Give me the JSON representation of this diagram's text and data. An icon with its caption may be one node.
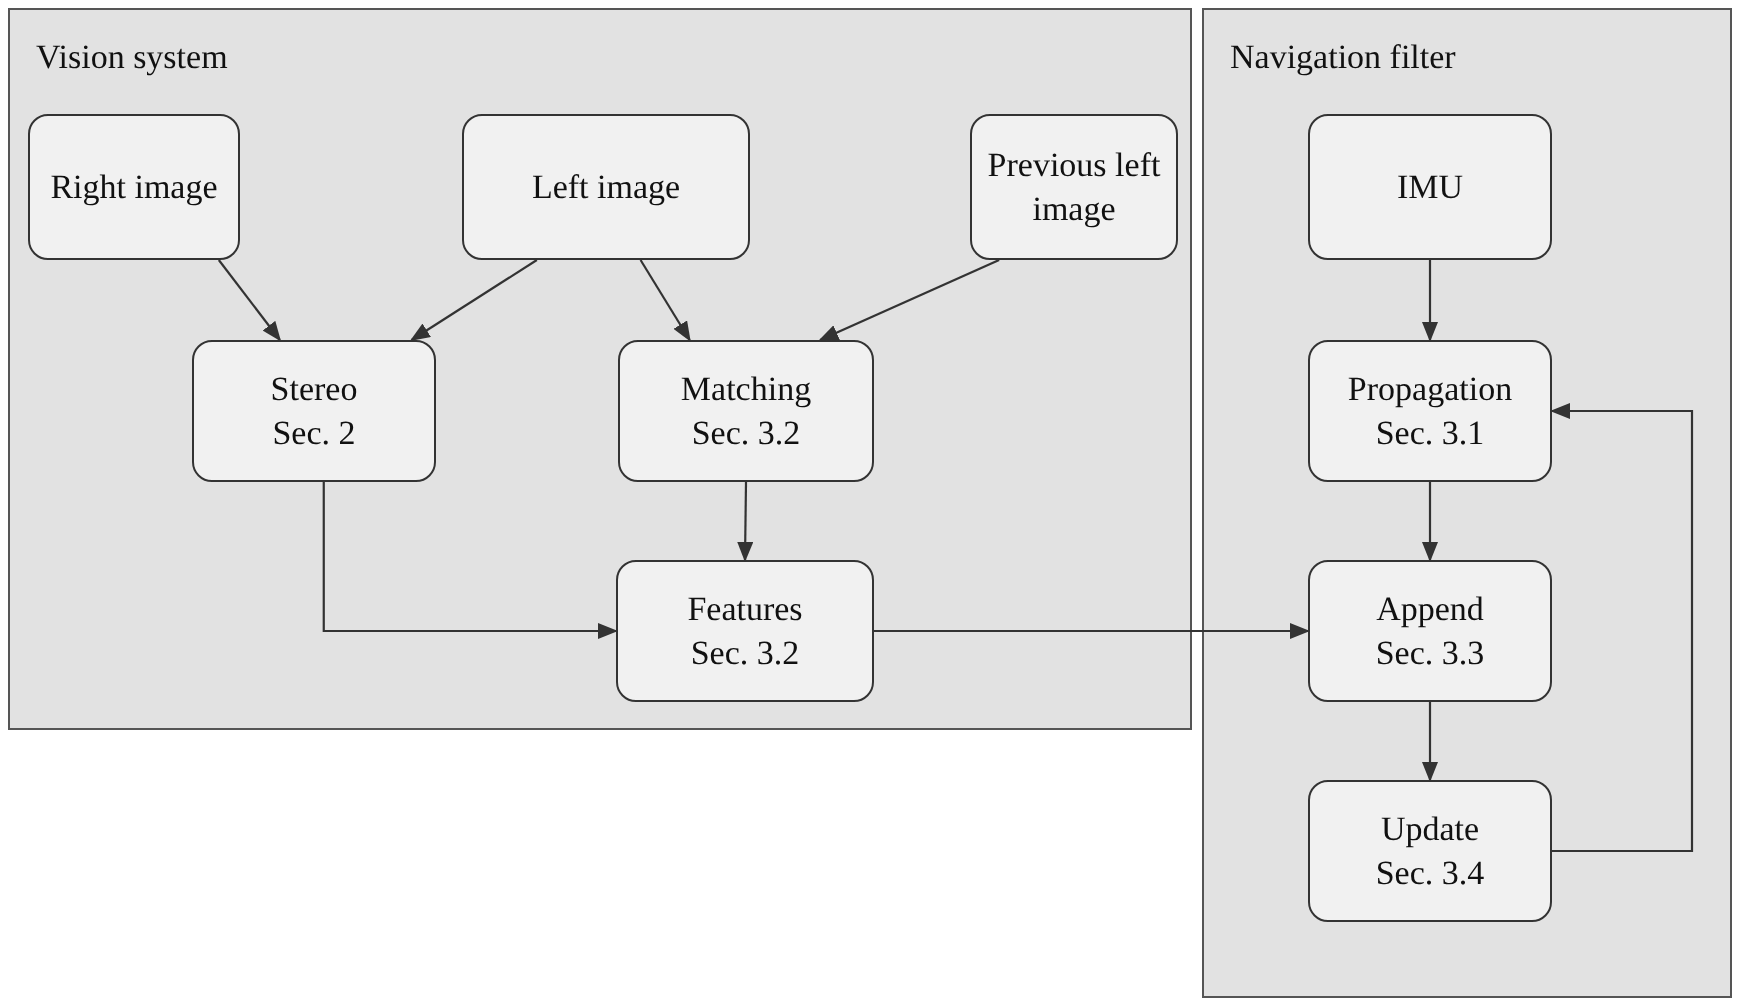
{
  "diagram": {
    "nodes": [
      {
        "text": [
          "Vision system"
        ]
      },
      {
        "text": [
          "Right image"
        ],
        "in": 0
      },
      {
        "text": [
          "Left image"
        ],
        "in": 0
      },
      {
        "text": [
          "Previous left image"
        ],
        "in": 0
      },
      {
        "text": [
          "Stereo",
          "Sec. 2"
        ],
        "in": 0
      },
      {
        "text": [
          "Matching",
          "Sec. 3.2"
        ],
        "in": 0
      },
      {
        "text": [
          "Features",
          "Sec. 3.2"
        ],
        "in": 0
      },
      {
        "text": [
          "Navigation filter"
        ]
      },
      {
        "text": [
          "IMU"
        ],
        "in": 7
      },
      {
        "text": [
          "Propagation",
          "Sec. 3.1"
        ],
        "in": 7
      },
      {
        "text": [
          "Append",
          "Sec. 3.3"
        ],
        "in": 7
      },
      {
        "text": [
          "Update",
          "Sec. 3.4"
        ],
        "in": 7
      }
    ],
    "edges": [
      {
        "from": 1,
        "to": 4,
        "arrow": "to"
      },
      {
        "from": 2,
        "to": 4,
        "arrow": "to"
      },
      {
        "from": 2,
        "to": 5,
        "arrow": "to"
      },
      {
        "from": 3,
        "to": 5,
        "arrow": "to"
      },
      {
        "from": 5,
        "to": 6,
        "arrow": "to"
      },
      {
        "from": 4,
        "to": 6,
        "arrow": "to"
      },
      {
        "from": 6,
        "to": 10,
        "arrow": "to"
      },
      {
        "from": 8,
        "to": 9,
        "arrow": "to"
      },
      {
        "from": 9,
        "to": 10,
        "arrow": "to"
      },
      {
        "from": 10,
        "to": 11,
        "arrow": "to"
      },
      {
        "from": 11,
        "to": 9,
        "arrow": "to"
      }
    ]
  }
}
